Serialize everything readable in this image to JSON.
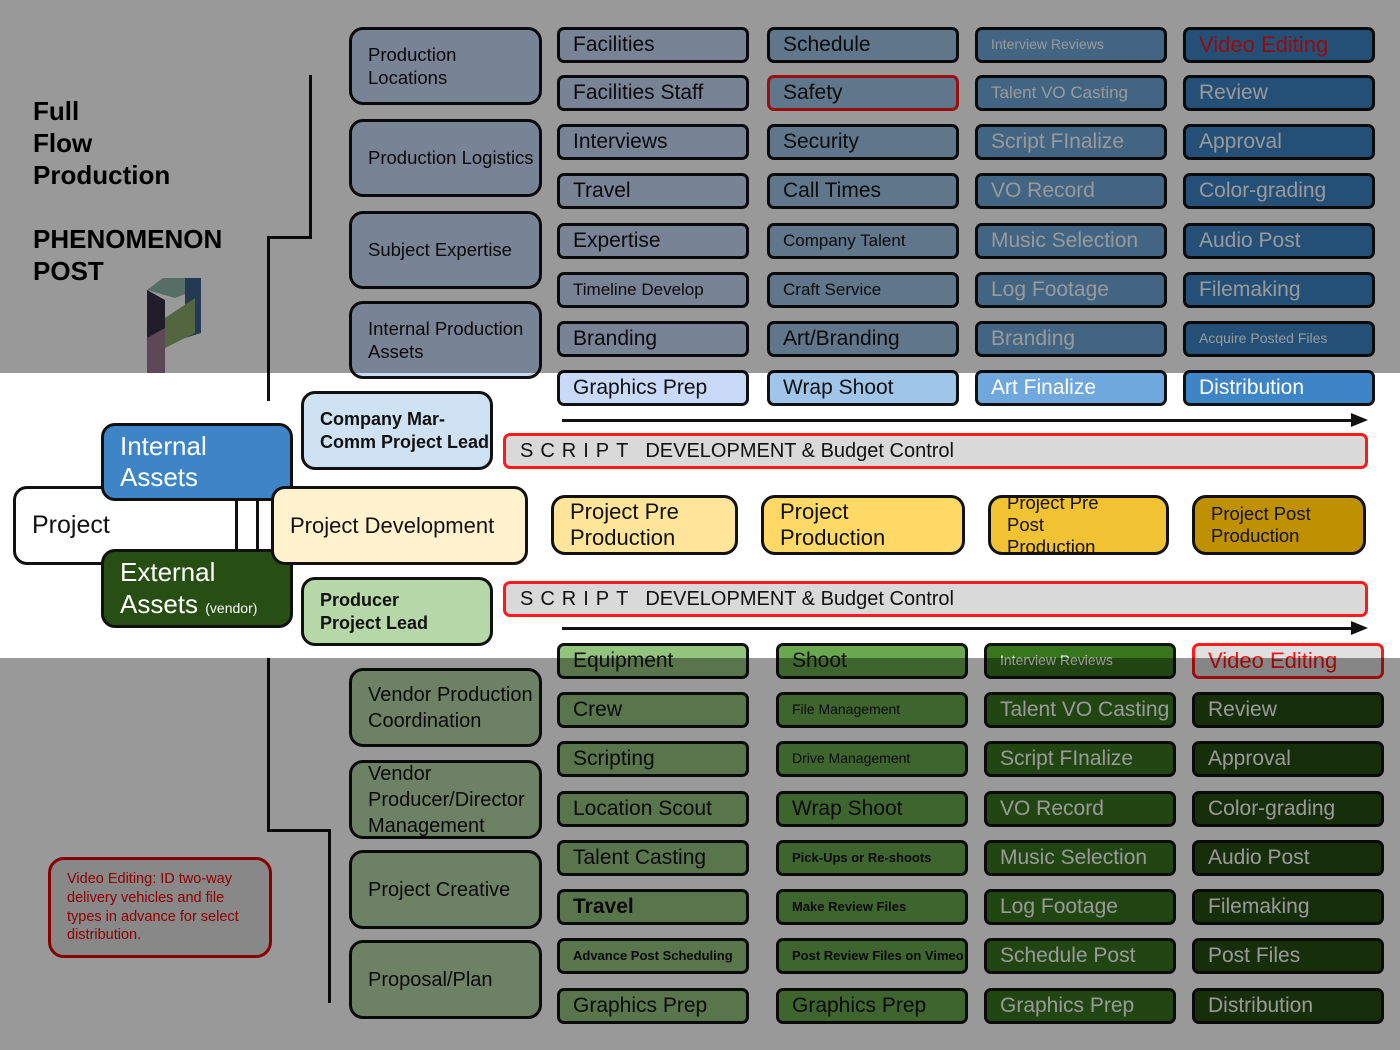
{
  "title": {
    "line1": "Full",
    "line2": "Flow",
    "line3": "Production",
    "brand1": "PHENOMENON",
    "brand2": "POST"
  },
  "logo": {
    "text": "P"
  },
  "colors": {
    "top_columns": [
      "#c9daf8",
      "#9fc5e8",
      "#6fa8dc",
      "#3d85c6"
    ],
    "bottom_columns": [
      "#93c47d",
      "#6aa84f",
      "#38761d",
      "#274e13"
    ],
    "phases": [
      "#ffe599",
      "#ffd966",
      "#f1c232",
      "#bf9000"
    ],
    "highlight": "#ff1a1a"
  },
  "internal": {
    "categories": [
      "Production Locations",
      "Production Logistics",
      "Subject Expertise",
      "Internal Production Assets"
    ],
    "columns": [
      [
        "Facilities",
        "Facilities Staff",
        "Interviews",
        "Travel",
        "Expertise",
        "Timeline Develop",
        "Branding",
        "Graphics Prep"
      ],
      [
        "Schedule",
        "Safety",
        "Security",
        "Call Times",
        "Company Talent",
        "Craft Service",
        "Art/Branding",
        "Wrap Shoot"
      ],
      [
        "Interview Reviews",
        "Talent VO Casting",
        "Script FInalize",
        "VO Record",
        "Music Selection",
        "Log Footage",
        "Branding",
        "Art Finalize"
      ],
      [
        "Video Editing",
        "Review",
        "Approval",
        "Color-grading",
        "Audio Post",
        "Filemaking",
        "Acquire Posted Files",
        "Distribution"
      ]
    ],
    "lead": "Company Mar-Comm Project Lead"
  },
  "center": {
    "project": "Project",
    "internal_assets": "Internal Assets",
    "external_assets": "External Assets",
    "vendor_note": "(vendor)",
    "project_development": "Project Development",
    "phases": [
      "Project Pre Production",
      "Project Production",
      "Project Pre Post Production",
      "Project Post Production"
    ],
    "script_bar": {
      "spaced": "SCRIPT",
      "rest": "DEVELOPMENT & Budget Control"
    }
  },
  "external": {
    "lead": "Producer Project Lead",
    "categories": [
      "Vendor Production Coordination",
      "Vendor Producer/Director Management",
      "Project Creative",
      "Proposal/Plan"
    ],
    "columns": [
      [
        "Equipment",
        "Crew",
        "Scripting",
        "Location Scout",
        "Talent Casting",
        "Travel",
        "Advance Post Scheduling",
        "Graphics Prep"
      ],
      [
        "Shoot",
        "File Management",
        "Drive Management",
        "Wrap Shoot",
        "Pick-Ups or Re-shoots",
        "Make Review Files",
        "Post Review Files on Vimeo",
        "Graphics Prep"
      ],
      [
        "Interview Reviews",
        "Talent VO Casting",
        "Script FInalize",
        "VO Record",
        "Music Selection",
        "Log Footage",
        "Schedule Post",
        "Graphics Prep"
      ],
      [
        "Video Editing",
        "Review",
        "Approval",
        "Color-grading",
        "Audio Post",
        "Filemaking",
        "Post Files",
        "Distribution"
      ]
    ]
  },
  "note": "Video Editing: ID two-way delivery vehicles and file types in advance for select distribution."
}
